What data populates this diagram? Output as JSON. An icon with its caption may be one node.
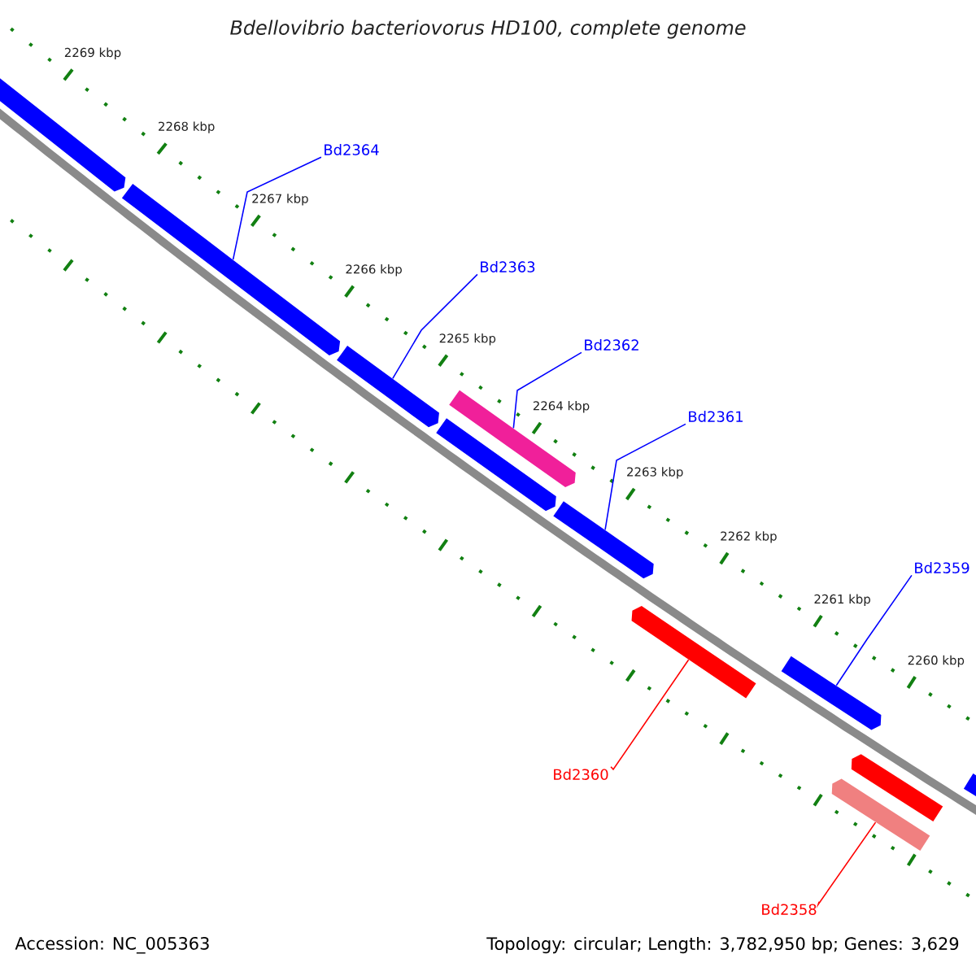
{
  "diagram": {
    "title": "Bdellovibrio bacteriovorus HD100, complete genome",
    "nodes": [
      {
        "text": [],
        "shape": "bar"
      },
      {
        "text": [],
        "shape": "bar"
      },
      {
        "text": [],
        "shape": "bar"
      },
      {
        "text": [],
        "shape": "bar"
      },
      {
        "text": [],
        "shape": "bar"
      },
      {
        "text": [],
        "shape": "bar"
      },
      {
        "text": [],
        "shape": "bar"
      },
      {
        "text": [],
        "shape": "bar"
      },
      {
        "text": [],
        "shape": "bar"
      },
      {
        "text": [],
        "shape": "bar"
      },
      {
        "text": [],
        "shape": "bar"
      },
      {
        "text": [
          "Bd2364"
        ]
      },
      {
        "text": [
          "Bd2363"
        ]
      },
      {
        "text": [
          "Bd2362"
        ]
      },
      {
        "text": [
          "Bd2361"
        ]
      },
      {
        "text": [
          "Bd2359"
        ]
      },
      {
        "text": [
          "Bd2360"
        ]
      },
      {
        "text": [
          "Bd2358"
        ]
      }
    ],
    "edges": [
      {
        "from": 11,
        "to": 1,
        "arrow": "none"
      },
      {
        "from": 12,
        "to": 2,
        "arrow": "none"
      },
      {
        "from": 13,
        "to": 3,
        "arrow": "none"
      },
      {
        "from": 14,
        "to": 5,
        "arrow": "none"
      },
      {
        "from": 15,
        "to": 7,
        "arrow": "none"
      },
      {
        "from": 16,
        "to": 6,
        "arrow": "none",
        "color": "#ff0000"
      },
      {
        "from": 17,
        "to": 9,
        "arrow": "none",
        "color": "#ff0000"
      }
    ],
    "labels": [
      "2269 kbp",
      "2268 kbp",
      "2267 kbp",
      "2266 kbp",
      "2265 kbp",
      "2264 kbp",
      "2263 kbp",
      "2262 kbp",
      "2261 kbp",
      "2260 kbp",
      "Accession: NC_005363",
      "Topology: circular; Length: 3,782,950 bp; Genes: 3,629"
    ]
  }
}
